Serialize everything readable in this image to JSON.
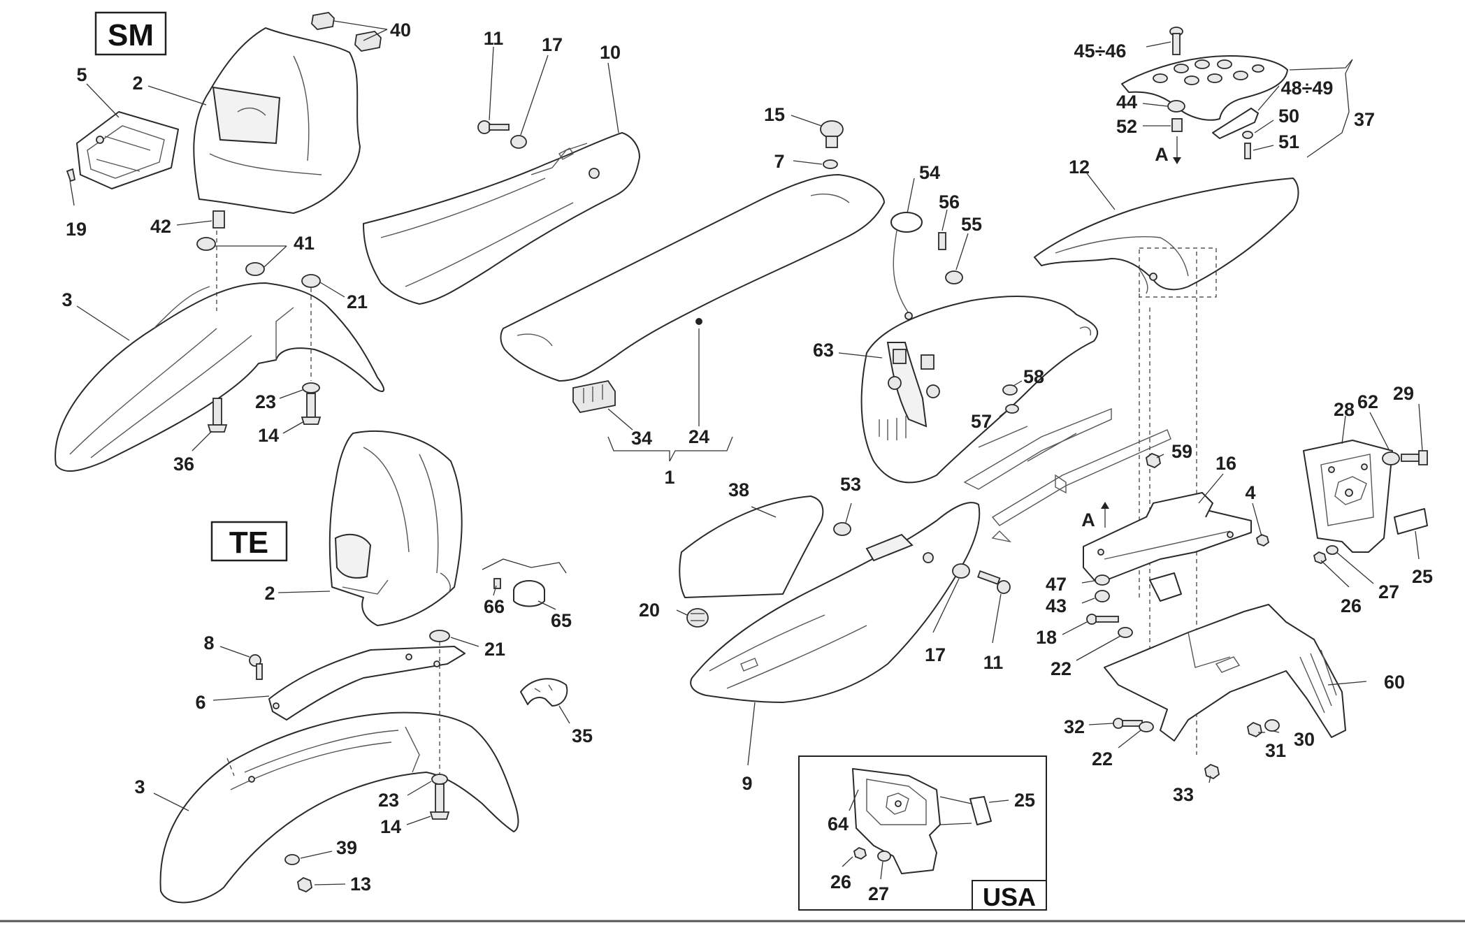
{
  "variants": {
    "sm": "SM",
    "te": "TE",
    "usa": "USA"
  },
  "view_arrows": {
    "down": "A",
    "up": "A"
  },
  "callouts": {
    "c40": "40",
    "c5": "5",
    "c2_sm": "2",
    "c19": "19",
    "c42": "42",
    "c41": "41",
    "c3_sm": "3",
    "c21_sm": "21",
    "c23_sm": "23",
    "c14_sm": "14",
    "c36": "36",
    "c11_top": "11",
    "c17_top": "17",
    "c10": "10",
    "c15": "15",
    "c7": "7",
    "c34": "34",
    "c24": "24",
    "c1": "1",
    "c45_46": "45÷46",
    "c44": "44",
    "c52": "52",
    "c48_49": "48÷49",
    "c50": "50",
    "c51": "51",
    "c37": "37",
    "c12": "12",
    "c54": "54",
    "c56": "56",
    "c55": "55",
    "c63": "63",
    "c58": "58",
    "c57": "57",
    "c59": "59",
    "c16": "16",
    "c4": "4",
    "c28": "28",
    "c62": "62",
    "c29": "29",
    "c25_r": "25",
    "c26_r": "26",
    "c27_r": "27",
    "c47": "47",
    "c43": "43",
    "c18": "18",
    "c22_a": "22",
    "c60": "60",
    "c32": "32",
    "c22_b": "22",
    "c31": "31",
    "c30": "30",
    "c33": "33",
    "c2_te": "2",
    "c66": "66",
    "c65": "65",
    "c8": "8",
    "c21_te": "21",
    "c6": "6",
    "c35": "35",
    "c3_te": "3",
    "c23_te": "23",
    "c14_te": "14",
    "c39": "39",
    "c13": "13",
    "c38": "38",
    "c53": "53",
    "c20": "20",
    "c17_mid": "17",
    "c11_mid": "11",
    "c9": "9",
    "c25_usa": "25",
    "c64": "64",
    "c26_usa": "26",
    "c27_usa": "27"
  }
}
